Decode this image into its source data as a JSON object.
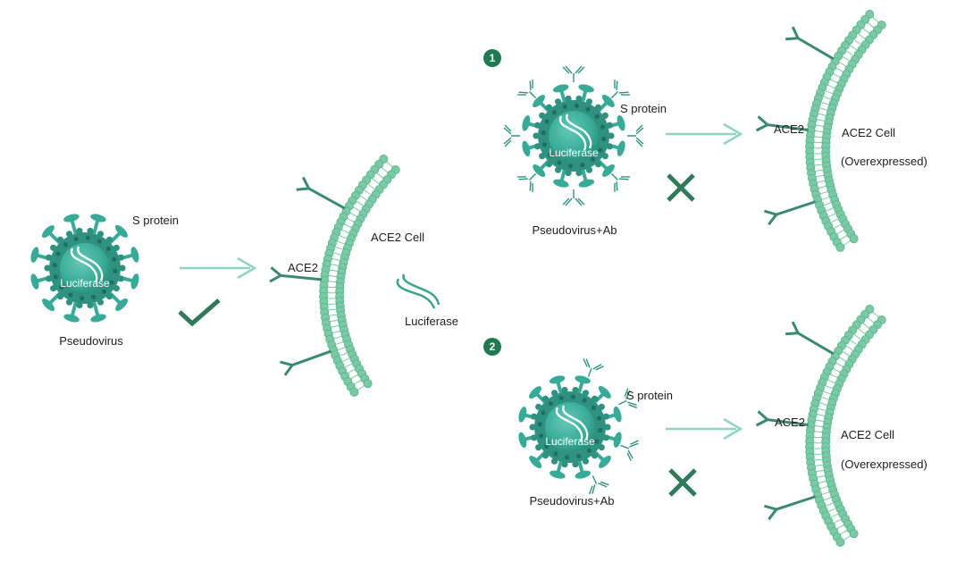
{
  "colors": {
    "virus_core": "#38ab98",
    "virus_dark": "#2f9180",
    "receptor": "#3a8a6d",
    "membrane": "#7cc9a5",
    "arrow": "#8fd6bf",
    "mark": "#2f7a5a",
    "badge": "#1f7a52"
  },
  "left_scene": {
    "virus_core_label": "Luciferase",
    "s_protein_label": "S protein",
    "virus_caption": "Pseudovirus",
    "cell_label": "ACE2 Cell",
    "receptor_label": "ACE2",
    "released_label": "Luciferase",
    "outcome_icon": "check-icon"
  },
  "panels": [
    {
      "badge": "1",
      "virus_core_label": "Luciferase",
      "s_protein_label": "S protein",
      "virus_caption": "Pseudovirus+Ab",
      "receptor_label": "ACE2",
      "cell_label": "ACE2 Cell",
      "cell_sublabel": "(Overexpressed)",
      "outcome_icon": "cross-icon"
    },
    {
      "badge": "2",
      "virus_core_label": "Luciferase",
      "s_protein_label": "S protein",
      "virus_caption": "Pseudovirus+Ab",
      "receptor_label": "ACE2",
      "cell_label": "ACE2 Cell",
      "cell_sublabel": "(Overexpressed)",
      "outcome_icon": "cross-icon"
    }
  ]
}
